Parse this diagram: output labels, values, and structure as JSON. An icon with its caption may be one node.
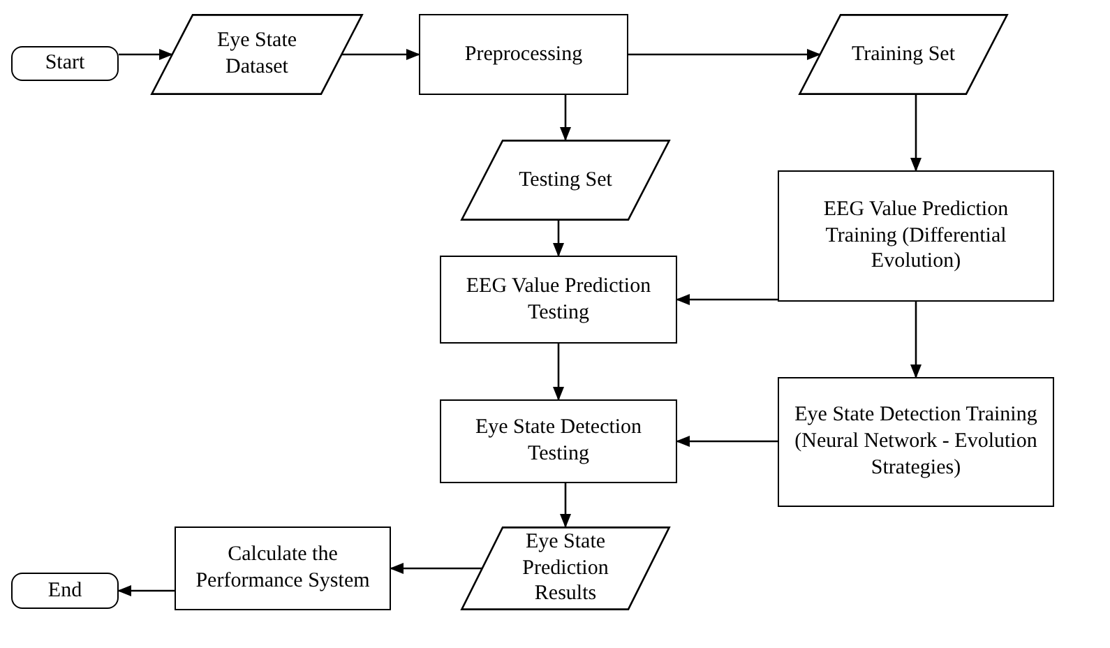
{
  "diagram": {
    "nodes": [
      {
        "text": [
          "Start"
        ]
      },
      {
        "text": [
          "Eye State Dataset"
        ]
      },
      {
        "text": [
          "Preprocessing"
        ]
      },
      {
        "text": [
          "Training Set"
        ]
      },
      {
        "text": [
          "Testing Set"
        ]
      },
      {
        "text": [
          "EEG Value Prediction Training (Differential Evolution)"
        ]
      },
      {
        "text": [
          "EEG Value Prediction Testing"
        ]
      },
      {
        "text": [
          "Eye State Detection Training (Neural Network - Evolution Strategies)"
        ]
      },
      {
        "text": [
          "Eye State Detection Testing"
        ]
      },
      {
        "text": [
          "Eye State Prediction Results"
        ]
      },
      {
        "text": [
          "Calculate the Performance System"
        ]
      },
      {
        "text": [
          "End"
        ]
      }
    ],
    "edges": [
      {
        "from": 0,
        "to": 1,
        "arrow": "to"
      },
      {
        "from": 1,
        "to": 2,
        "arrow": "to"
      },
      {
        "from": 2,
        "to": 3,
        "arrow": "to"
      },
      {
        "from": 2,
        "to": 4,
        "arrow": "to"
      },
      {
        "from": 3,
        "to": 5,
        "arrow": "to"
      },
      {
        "from": 5,
        "to": 6,
        "arrow": "to"
      },
      {
        "from": 5,
        "to": 7,
        "arrow": "to"
      },
      {
        "from": 4,
        "to": 6,
        "arrow": "to"
      },
      {
        "from": 6,
        "to": 8,
        "arrow": "to"
      },
      {
        "from": 7,
        "to": 8,
        "arrow": "to"
      },
      {
        "from": 8,
        "to": 9,
        "arrow": "to"
      },
      {
        "from": 9,
        "to": 10,
        "arrow": "to"
      },
      {
        "from": 10,
        "to": 11,
        "arrow": "to"
      }
    ]
  }
}
